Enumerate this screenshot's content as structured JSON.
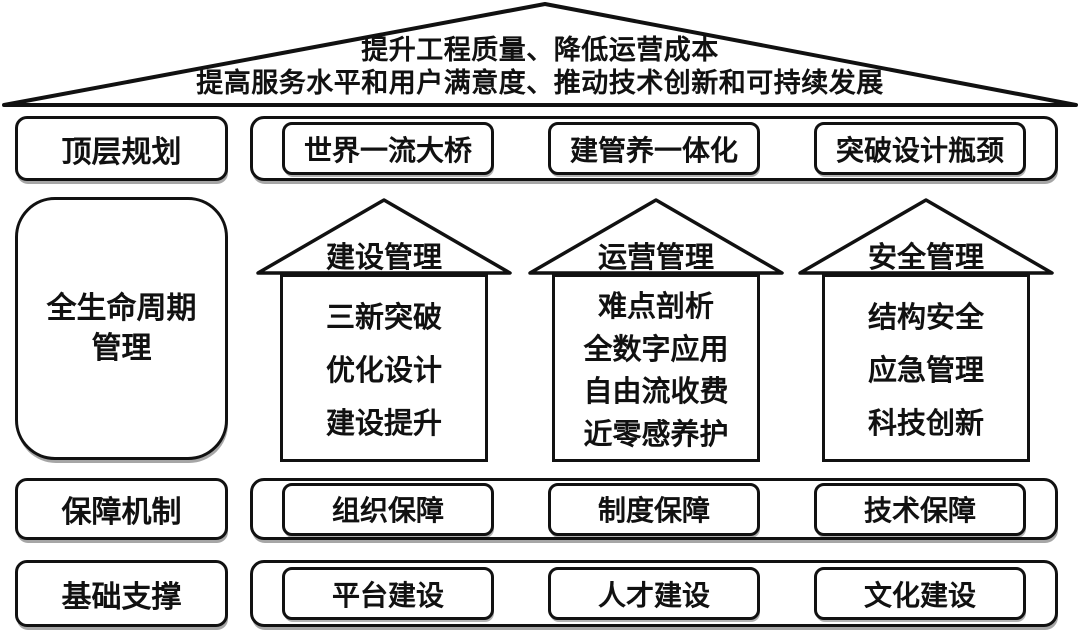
{
  "goal": {
    "line1": "提升工程质量、降低运营成本",
    "line2": "提高服务水平和用户满意度、推动技术创新和可持续发展"
  },
  "rows": {
    "top_planning": {
      "label": "顶层规划",
      "items": [
        "世界一流大桥",
        "建管养一体化",
        "突破设计瓶颈"
      ]
    },
    "lifecycle": {
      "label_line1": "全生命周期",
      "label_line2": "管理",
      "houses": [
        {
          "title": "建设管理",
          "items": [
            "三新突破",
            "优化设计",
            "建设提升"
          ]
        },
        {
          "title": "运营管理",
          "items": [
            "难点剖析",
            "全数字应用",
            "自由流收费",
            "近零感养护"
          ]
        },
        {
          "title": "安全管理",
          "items": [
            "结构安全",
            "应急管理",
            "科技创新"
          ]
        }
      ]
    },
    "safeguard": {
      "label": "保障机制",
      "items": [
        "组织保障",
        "制度保障",
        "技术保障"
      ]
    },
    "foundation": {
      "label": "基础支撑",
      "items": [
        "平台建设",
        "人才建设",
        "文化建设"
      ]
    }
  },
  "colors": {
    "ink": "#111111",
    "background": "#ffffff"
  }
}
